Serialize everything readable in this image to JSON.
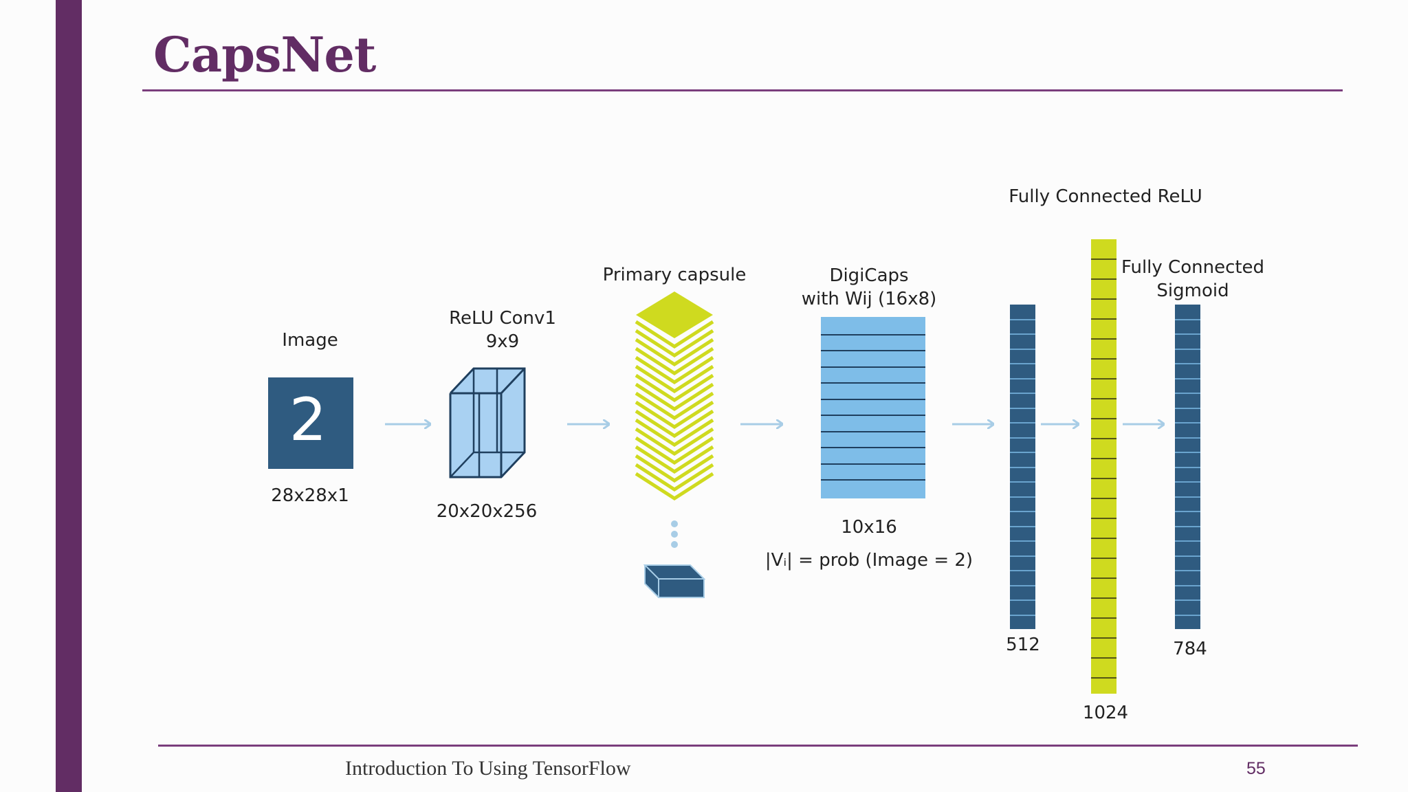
{
  "slide": {
    "title": "CapsNet",
    "footer": "Introduction To Using TensorFlow",
    "page_number": "55"
  },
  "diagram": {
    "image": {
      "label": "Image",
      "digit": "2",
      "size": "28x28x1"
    },
    "conv1": {
      "label_line1": "ReLU Conv1",
      "label_line2": "9x9",
      "size": "20x20x256"
    },
    "primary_capsule": {
      "label": "Primary capsule"
    },
    "digicaps": {
      "label_line1": "DigiCaps",
      "label_line2": "with Wij (16x8)",
      "size": "10x16",
      "formula": "|Vᵢ| = prob (Image = 2)"
    },
    "fc_relu_header": "Fully Connected ReLU",
    "fc512": {
      "size": "512"
    },
    "fc1024": {
      "size": "1024"
    },
    "fc_sigmoid": {
      "label_line1": "Fully Connected",
      "label_line2": "Sigmoid",
      "size": "784"
    }
  },
  "colors": {
    "accent_purple": "#622d64",
    "dark_blue": "#2f5b80",
    "light_blue": "#7ebde8",
    "lime": "#cfda1f",
    "arrow": "#a8cde6"
  }
}
